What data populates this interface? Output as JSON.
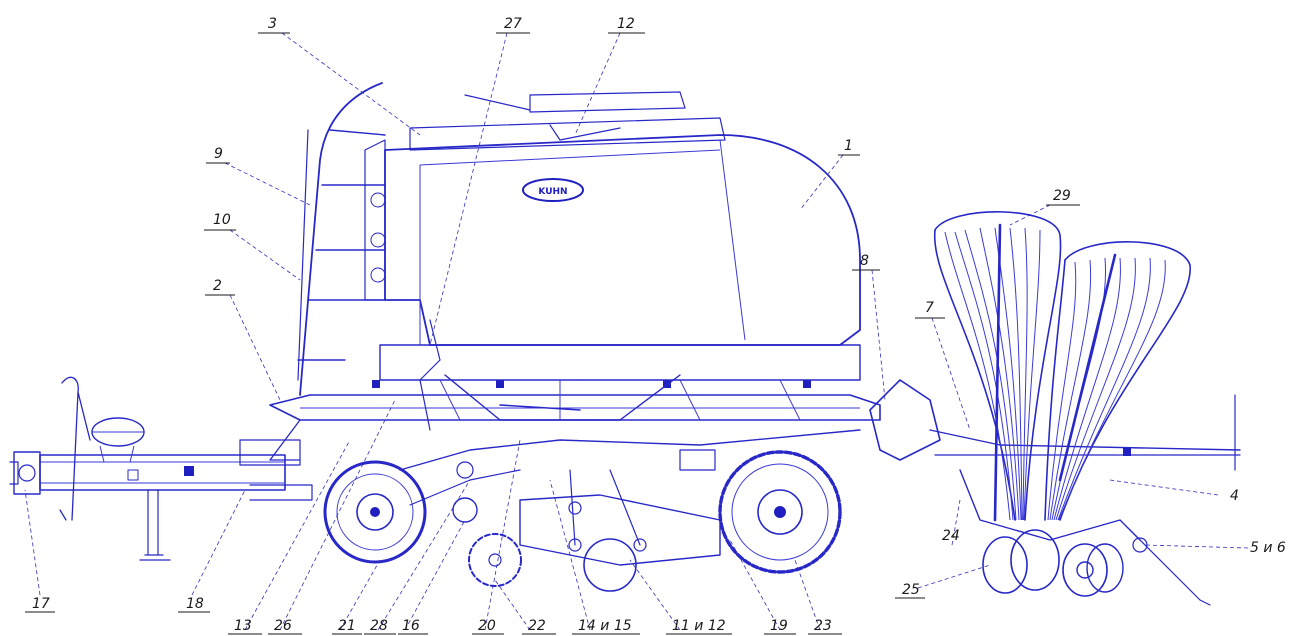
{
  "diagram": {
    "brand_badge": "KUHN",
    "callouts": [
      {
        "id": "c1",
        "text": "1"
      },
      {
        "id": "c2",
        "text": "2"
      },
      {
        "id": "c3",
        "text": "3"
      },
      {
        "id": "c4",
        "text": "4"
      },
      {
        "id": "c5",
        "text": "5 и 6"
      },
      {
        "id": "c7",
        "text": "7"
      },
      {
        "id": "c8",
        "text": "8"
      },
      {
        "id": "c9",
        "text": "9"
      },
      {
        "id": "c10",
        "text": "10"
      },
      {
        "id": "c11",
        "text": "11 и 12"
      },
      {
        "id": "c12",
        "text": "12"
      },
      {
        "id": "c13",
        "text": "13"
      },
      {
        "id": "c14",
        "text": "14 и 15"
      },
      {
        "id": "c16",
        "text": "16"
      },
      {
        "id": "c17",
        "text": "17"
      },
      {
        "id": "c18",
        "text": "18"
      },
      {
        "id": "c19",
        "text": "19"
      },
      {
        "id": "c20",
        "text": "20"
      },
      {
        "id": "c21",
        "text": "21"
      },
      {
        "id": "c22",
        "text": "22"
      },
      {
        "id": "c23",
        "text": "23"
      },
      {
        "id": "c24",
        "text": "24"
      },
      {
        "id": "c25",
        "text": "25"
      },
      {
        "id": "c26",
        "text": "26"
      },
      {
        "id": "c27",
        "text": "27"
      },
      {
        "id": "c28",
        "text": "28"
      },
      {
        "id": "c29",
        "text": "29"
      }
    ]
  }
}
